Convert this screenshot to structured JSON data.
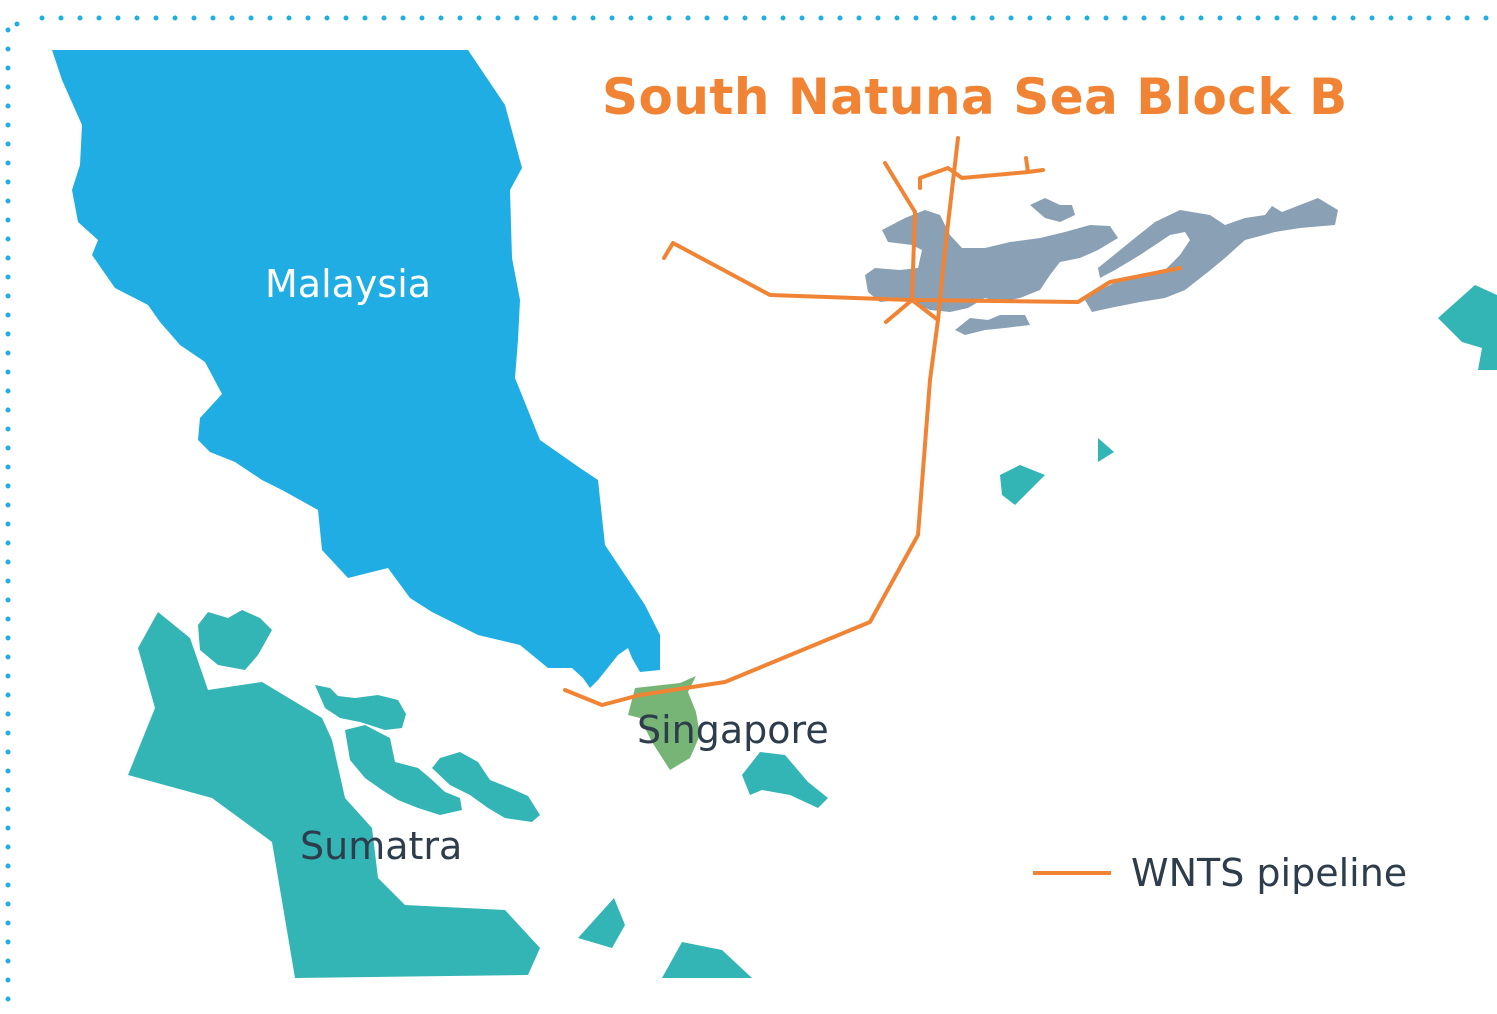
{
  "map": {
    "title": "South Natuna Sea Block B",
    "labels": {
      "malaysia": "Malaysia",
      "singapore": "Singapore",
      "sumatra": "Sumatra"
    },
    "legend": {
      "pipeline": "WNTS pipeline"
    },
    "colors": {
      "malaysia": "#1fade3",
      "sumatra_islands": "#33b5b5",
      "singapore": "#77b576",
      "natuna_fields": "#8aa0b4",
      "pipeline": "#f08434",
      "border_dots": "#1fade3",
      "label_dark": "#2e3d4c"
    }
  }
}
